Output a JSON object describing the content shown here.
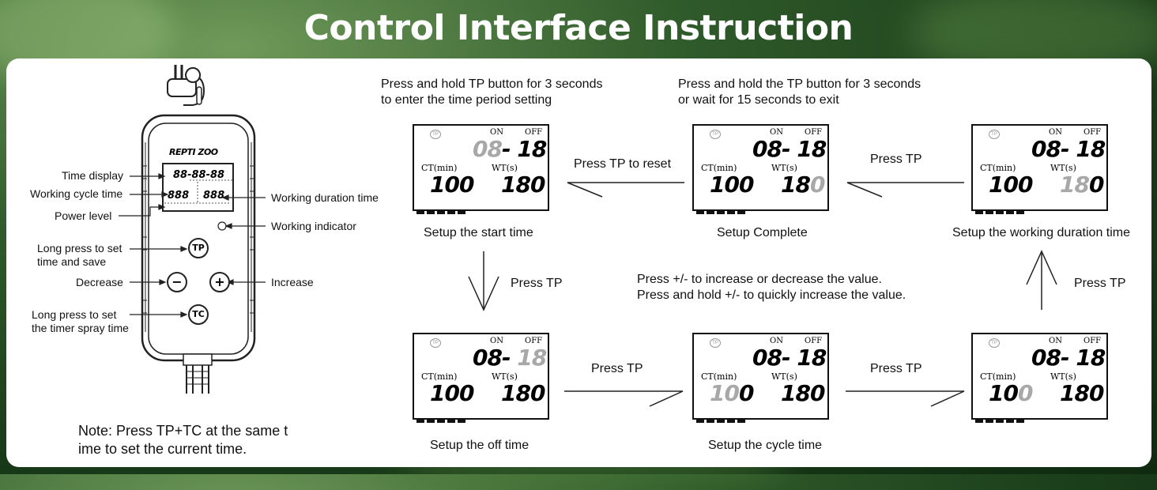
{
  "title": "Control Interface Instruction",
  "device": {
    "brand": "REPTI ZOO",
    "screen_ct_label": "CT(min)",
    "screen_wt_label": "WT(s)",
    "screen_digits_top": "88-88-88",
    "screen_digits_left": "888",
    "screen_digits_right": "888",
    "buttons": {
      "tp": "TP",
      "minus": "−",
      "plus": "+",
      "tc": "TC"
    },
    "labels_left": {
      "time_display": "Time display",
      "working_cycle_time": "Working cycle time",
      "power_level": "Power level",
      "long_press_tp": "Long press to set\ntime and save",
      "decrease": "Decrease",
      "long_press_tc": "Long press to set\nthe timer spray time"
    },
    "labels_right": {
      "working_duration_time": "Working duration time",
      "working_indicator": "Working indicator",
      "increase": "Increase"
    }
  },
  "note": "Note: Press TP+TC at the same t\nime to set the current time.",
  "instructions": {
    "enter_setting": "Press and hold TP button for 3 seconds\nto enter the time period setting",
    "exit_setting": "Press and hold the TP button for 3 seconds\nor wait for 15 seconds to exit",
    "adjust_value": "Press +/- to increase or decrease the value.\nPress and hold +/- to quickly increase the value."
  },
  "arrows": {
    "reset": "Press TP to reset",
    "top_right": "Press TP",
    "down_left": "Press TP",
    "bottom_left": "Press TP",
    "bottom_right": "Press TP",
    "up_right": "Press TP"
  },
  "screens": {
    "start_time": {
      "caption": "Setup the start time",
      "on": "ON",
      "off": "OFF",
      "time_dim": "08",
      "time_rest": "- 18",
      "ct": "100",
      "wt": "180"
    },
    "complete": {
      "caption": "Setup Complete",
      "on": "ON",
      "off": "OFF",
      "time": "08- 18",
      "ct": "100",
      "wt_a": "18",
      "wt_dim": "0"
    },
    "working_duration": {
      "caption": "Setup the working duration time",
      "on": "ON",
      "off": "OFF",
      "time": "08- 18",
      "ct": "100",
      "wt_dim": "18",
      "wt_b": "0"
    },
    "off_time": {
      "caption": "Setup the off time",
      "on": "ON",
      "off": "OFF",
      "time_a": "08- ",
      "time_dim": "18",
      "ct": "100",
      "wt": "180"
    },
    "cycle_time": {
      "caption": "Setup the cycle time",
      "on": "ON",
      "off": "OFF",
      "time": "08- 18",
      "ct_dim": "10",
      "ct_b": "0",
      "wt": "180"
    },
    "cycle_time_2": {
      "on": "ON",
      "off": "OFF",
      "time": "08- 18",
      "ct_a": "10",
      "ct_dim": "0",
      "wt": "180"
    }
  }
}
